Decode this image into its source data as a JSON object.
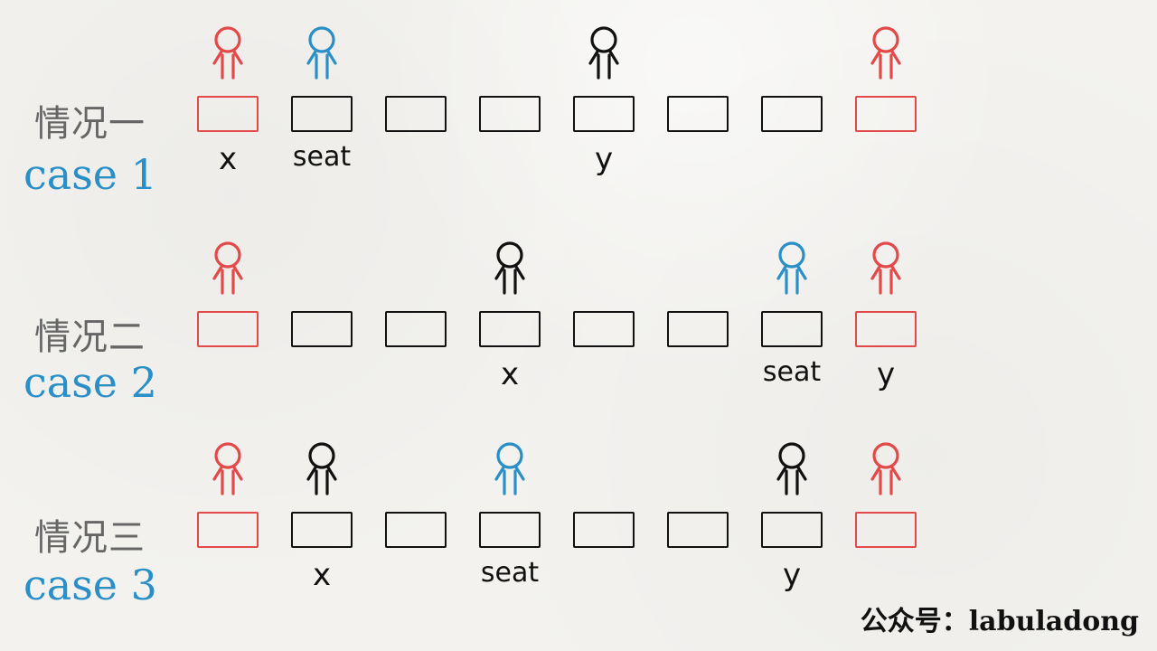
{
  "colors": {
    "occupied_end": "#e24a4a",
    "seat_choice": "#2a8fc7",
    "occupied": "#111111",
    "case_label_en": "#2a8fc7",
    "case_label_zh": "#666666"
  },
  "cases": [
    {
      "zh": "情况一",
      "en": "case 1",
      "seats": [
        "end",
        "normal",
        "normal",
        "normal",
        "normal",
        "normal",
        "normal",
        "end"
      ],
      "people": [
        {
          "seat": 0,
          "color": "red"
        },
        {
          "seat": 1,
          "color": "blue"
        },
        {
          "seat": 4,
          "color": "black"
        },
        {
          "seat": 7,
          "color": "red"
        }
      ],
      "labels": [
        {
          "seat": 0,
          "text": "x"
        },
        {
          "seat": 1,
          "text": "seat"
        },
        {
          "seat": 4,
          "text": "y"
        }
      ]
    },
    {
      "zh": "情况二",
      "en": "case 2",
      "seats": [
        "end",
        "normal",
        "normal",
        "normal",
        "normal",
        "normal",
        "normal",
        "end"
      ],
      "people": [
        {
          "seat": 0,
          "color": "red"
        },
        {
          "seat": 3,
          "color": "black"
        },
        {
          "seat": 6,
          "color": "blue"
        },
        {
          "seat": 7,
          "color": "red"
        }
      ],
      "labels": [
        {
          "seat": 3,
          "text": "x"
        },
        {
          "seat": 6,
          "text": "seat"
        },
        {
          "seat": 7,
          "text": "y"
        }
      ]
    },
    {
      "zh": "情况三",
      "en": "case 3",
      "seats": [
        "end",
        "normal",
        "normal",
        "normal",
        "normal",
        "normal",
        "normal",
        "end"
      ],
      "people": [
        {
          "seat": 0,
          "color": "red"
        },
        {
          "seat": 1,
          "color": "black"
        },
        {
          "seat": 3,
          "color": "blue"
        },
        {
          "seat": 6,
          "color": "black"
        },
        {
          "seat": 7,
          "color": "red"
        }
      ],
      "labels": [
        {
          "seat": 1,
          "text": "x"
        },
        {
          "seat": 3,
          "text": "seat"
        },
        {
          "seat": 6,
          "text": "y"
        }
      ]
    }
  ],
  "credit": "公众号：labuladong"
}
